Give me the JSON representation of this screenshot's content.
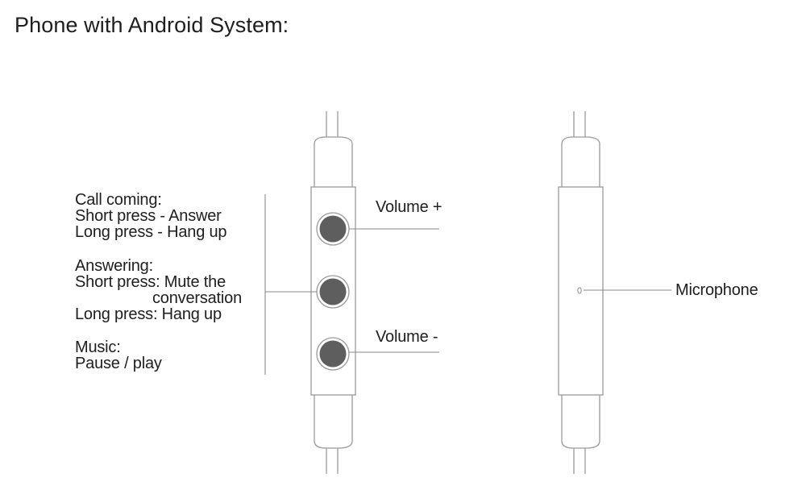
{
  "title": "Phone with Android System:",
  "labels": {
    "volume_up": "Volume +",
    "volume_down": "Volume -",
    "microphone": "Microphone"
  },
  "descriptions": {
    "call_coming": {
      "heading": "Call coming:",
      "line1": "Short press - Answer",
      "line2": "Long press - Hang up"
    },
    "answering": {
      "heading": "Answering:",
      "line1": "Short press: Mute the",
      "line1b": "conversation",
      "line2": "Long press: Hang up"
    },
    "music": {
      "heading": "Music:",
      "line1": "Pause / play"
    }
  },
  "colors": {
    "outline": "#9a9a9a",
    "button_fill": "#5e5e5e",
    "text": "#1e1e1e"
  }
}
